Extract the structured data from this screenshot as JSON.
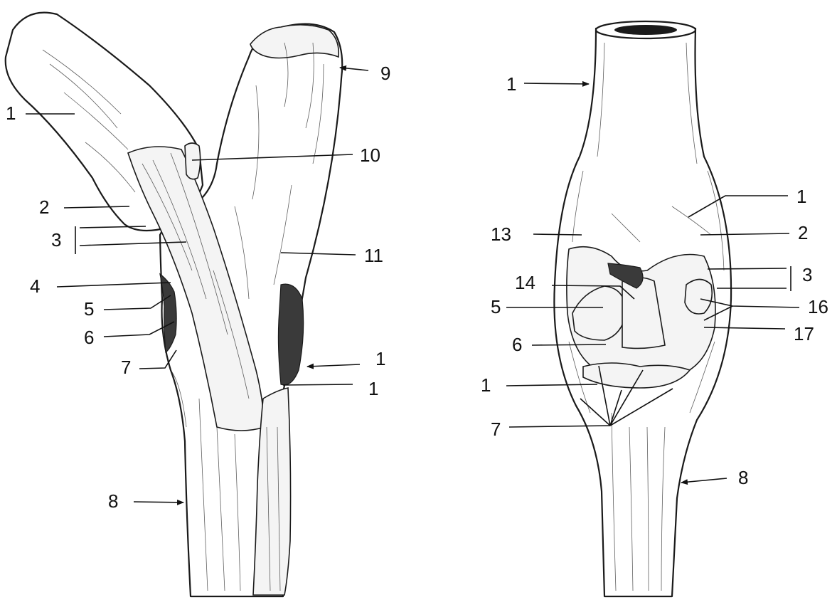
{
  "left_figure": {
    "labels": [
      "1",
      "2",
      "3",
      "4",
      "5",
      "6",
      "7",
      "8",
      "9",
      "10",
      "11",
      "1",
      "1"
    ]
  },
  "right_figure": {
    "labels": [
      "1",
      "1",
      "2",
      "3",
      "13",
      "14",
      "5",
      "16",
      "17",
      "6",
      "1",
      "7",
      "8"
    ]
  }
}
